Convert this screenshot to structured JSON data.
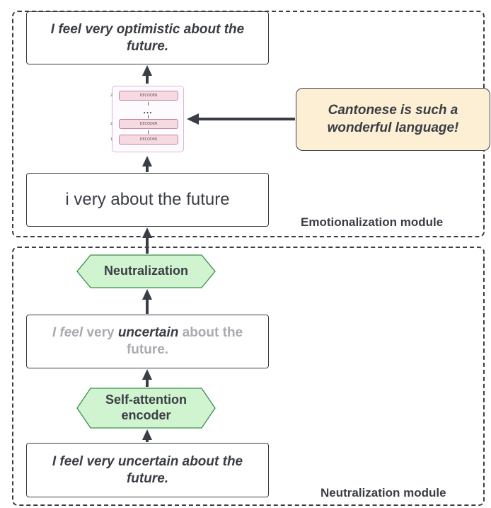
{
  "modules": {
    "emotionalization_label": "Emotionalization module",
    "neutralization_label": "Neutralization module"
  },
  "boxes": {
    "output_sentence": "I feel very optimistic about the future.",
    "neutral_sentence": "i very about the future",
    "masked_sentence": {
      "words": [
        {
          "text": "I feel",
          "style": "faded"
        },
        {
          "text": " very ",
          "style": "faded-plain"
        },
        {
          "text": "uncertain",
          "style": "dark"
        },
        {
          "text": " about the future.",
          "style": "faded-plain"
        }
      ]
    },
    "input_sentence": "I feel very uncertain about the future."
  },
  "style_example": "Cantonese is such a wonderful language!",
  "steps": {
    "neutralization": "Neutralization",
    "encoder": "Self-attention encoder"
  },
  "decoder_stack": {
    "block_label": "DECODER",
    "numbers": [
      "2",
      "2",
      "1"
    ],
    "ellipsis": "..."
  },
  "colors": {
    "line": "#3a3d45",
    "hex_fill": "#cff4cf",
    "hex_stroke": "#3a8f4a",
    "note_fill": "#fcefd3",
    "decoder_fill": "#f7d9e2",
    "faded_text": "#a9abb0"
  }
}
